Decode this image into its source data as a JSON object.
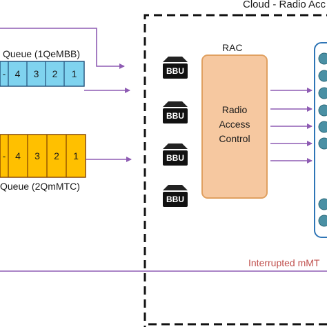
{
  "cloud_title": "Cloud - Radio Acc",
  "queue_embb": {
    "label": "Queue (1QeMBB)",
    "cells": [
      "-",
      "4",
      "3",
      "2",
      "1"
    ],
    "color": "#7fd3ef"
  },
  "queue_mmtc": {
    "label": "Queue (2QmMTC)",
    "cells": [
      "-",
      "4",
      "3",
      "2",
      "1"
    ],
    "color": "#ffc000"
  },
  "bbu_label": "BBU",
  "rac": {
    "label": "RAC",
    "lines": [
      "Radio",
      "Access",
      "Control"
    ],
    "fill": "#f6c8a0",
    "stroke": "#e0a060"
  },
  "interrupted_label": "Interrupted mMT",
  "colors": {
    "arrow": "#8e5bb3",
    "interrupted": "#c0504d",
    "node_fill": "#4a90a4",
    "panel_stroke": "#2e75b6"
  }
}
